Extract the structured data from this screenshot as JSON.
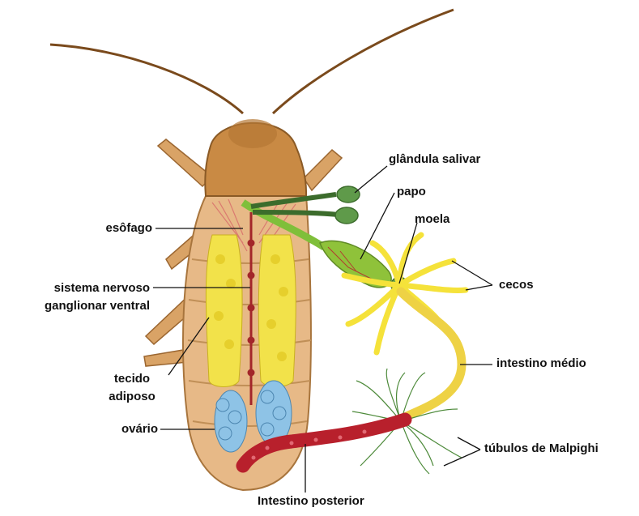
{
  "labels": {
    "glandula_salivar": "glândula salivar",
    "papo": "papo",
    "moela": "moela",
    "cecos": "cecos",
    "esofago": "esôfago",
    "sistema_nervoso_1": "sistema nervoso",
    "sistema_nervoso_2": "ganglionar ventral",
    "tecido_1": "tecido",
    "tecido_2": "adiposo",
    "ovario": "ovário",
    "intestino_medio": "intestino médio",
    "tubulos": "túbulos  de Malpighi",
    "intestino_posterior": "Intestino posterior"
  },
  "colors": {
    "body": "#e7b987",
    "pronotum": "#c98a44",
    "fat_tissue": "#f2e24a",
    "nerve_cord": "#a3262a",
    "ovary": "#8ec3e6",
    "salivary_gland": "#5f9a4a",
    "crop": "#8fc23a",
    "caeca": "#f5e23a",
    "midgut": "#eed245",
    "hindgut": "#b8202c",
    "malpighian": "#4d8a3a"
  }
}
